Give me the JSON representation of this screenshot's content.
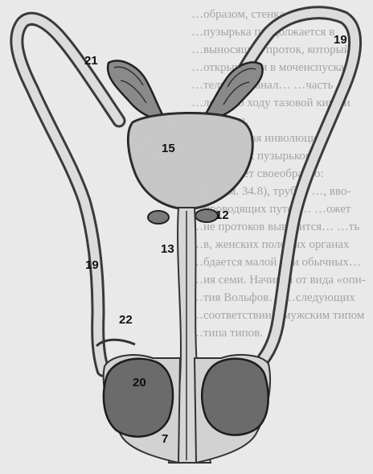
{
  "figure": {
    "labels": [
      {
        "id": "l21",
        "text": "21"
      },
      {
        "id": "l19a",
        "text": "19"
      },
      {
        "id": "l15",
        "text": "15"
      },
      {
        "id": "l12",
        "text": "12"
      },
      {
        "id": "l13",
        "text": "13"
      },
      {
        "id": "l19b",
        "text": "19"
      },
      {
        "id": "l22",
        "text": "22"
      },
      {
        "id": "l20",
        "text": "20"
      },
      {
        "id": "l7",
        "text": "7"
      }
    ]
  },
  "bleed_through": {
    "lines": [
      "…образом, стенка семенного",
      "…пузырька продолжается в",
      "…выносящий проток, который",
      "…открывается в мочеиспуска-",
      "…тельный канал… …часть",
      "…ложе по ходу тазовой кишки",
      "…яичника.",
      "2. Возрастная инволюция",
      "…семенных пузырьков",
      "…протекает своеобразно:",
      "…по (см. 34.8), труб… …, вво-",
      "…проводящих путей… …ожет",
      "…ие протоков выводится… …ть",
      "…в, женских половых органах",
      "…бдается малой при обычных…",
      "…ия семи. Начиная от вида «опи-",
      "…тия Вольфов… …следующих",
      "…соответствии с мужским типом",
      "…типа типов."
    ]
  }
}
